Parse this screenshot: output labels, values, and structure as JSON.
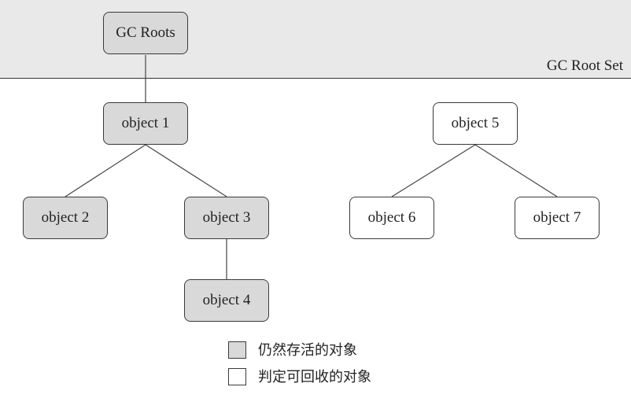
{
  "root_set": {
    "label": "GC Root Set"
  },
  "nodes": {
    "gc_roots": "GC Roots",
    "object1": "object 1",
    "object2": "object 2",
    "object3": "object 3",
    "object4": "object 4",
    "object5": "object 5",
    "object6": "object 6",
    "object7": "object 7"
  },
  "legend": {
    "alive": "仍然存活的对象",
    "collectable": "判定可回收的对象"
  },
  "colors": {
    "band": "#e9e9e9",
    "alive_fill": "#d9d9d9",
    "collectable_fill": "#ffffff",
    "border": "#3a3a3a"
  }
}
